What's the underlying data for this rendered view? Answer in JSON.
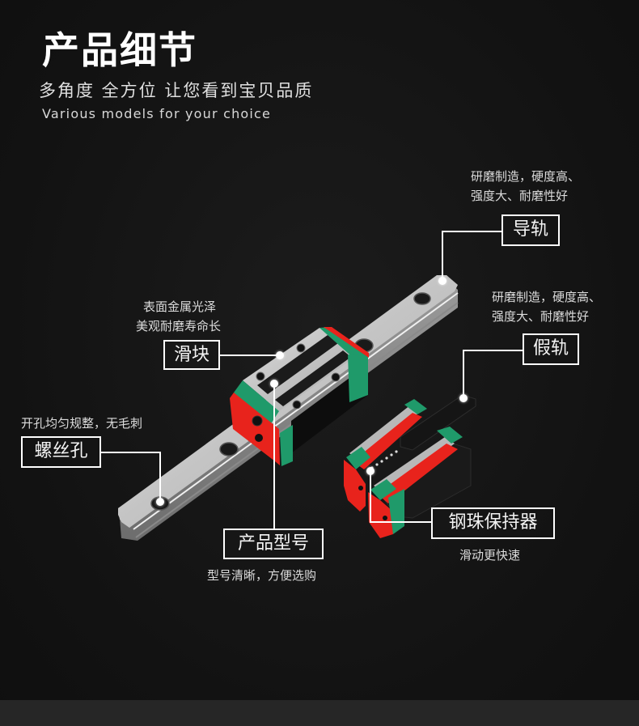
{
  "header": {
    "title": "产品细节",
    "subtitle": "多角度 全方位 让您看到宝贝品质",
    "english": "Various models for your choice"
  },
  "callouts": {
    "guide_rail": {
      "label": "导轨",
      "desc_line1": "研磨制造，硬度高、",
      "desc_line2": "强度大、耐磨性好"
    },
    "dummy_rail": {
      "label": "假轨",
      "desc_line1": "研磨制造，硬度高、",
      "desc_line2": "强度大、耐磨性好"
    },
    "slider": {
      "label": "滑块",
      "desc_line1": "表面金属光泽",
      "desc_line2": "美观耐磨寿命长"
    },
    "screw_hole": {
      "label": "螺丝孔",
      "desc": "开孔均匀规整，无毛刺"
    },
    "model_number": {
      "label": "产品型号",
      "desc": "型号清晰，方便选购"
    },
    "ball_retainer": {
      "label": "钢珠保持器",
      "desc": "滑动更快速"
    }
  },
  "colors": {
    "background": "#141414",
    "block_red": "#e8231c",
    "block_green": "#1f9a6a",
    "rail_silver": "#c9c9c9",
    "label_border": "#ffffff",
    "bottom_strip": "#262626"
  }
}
